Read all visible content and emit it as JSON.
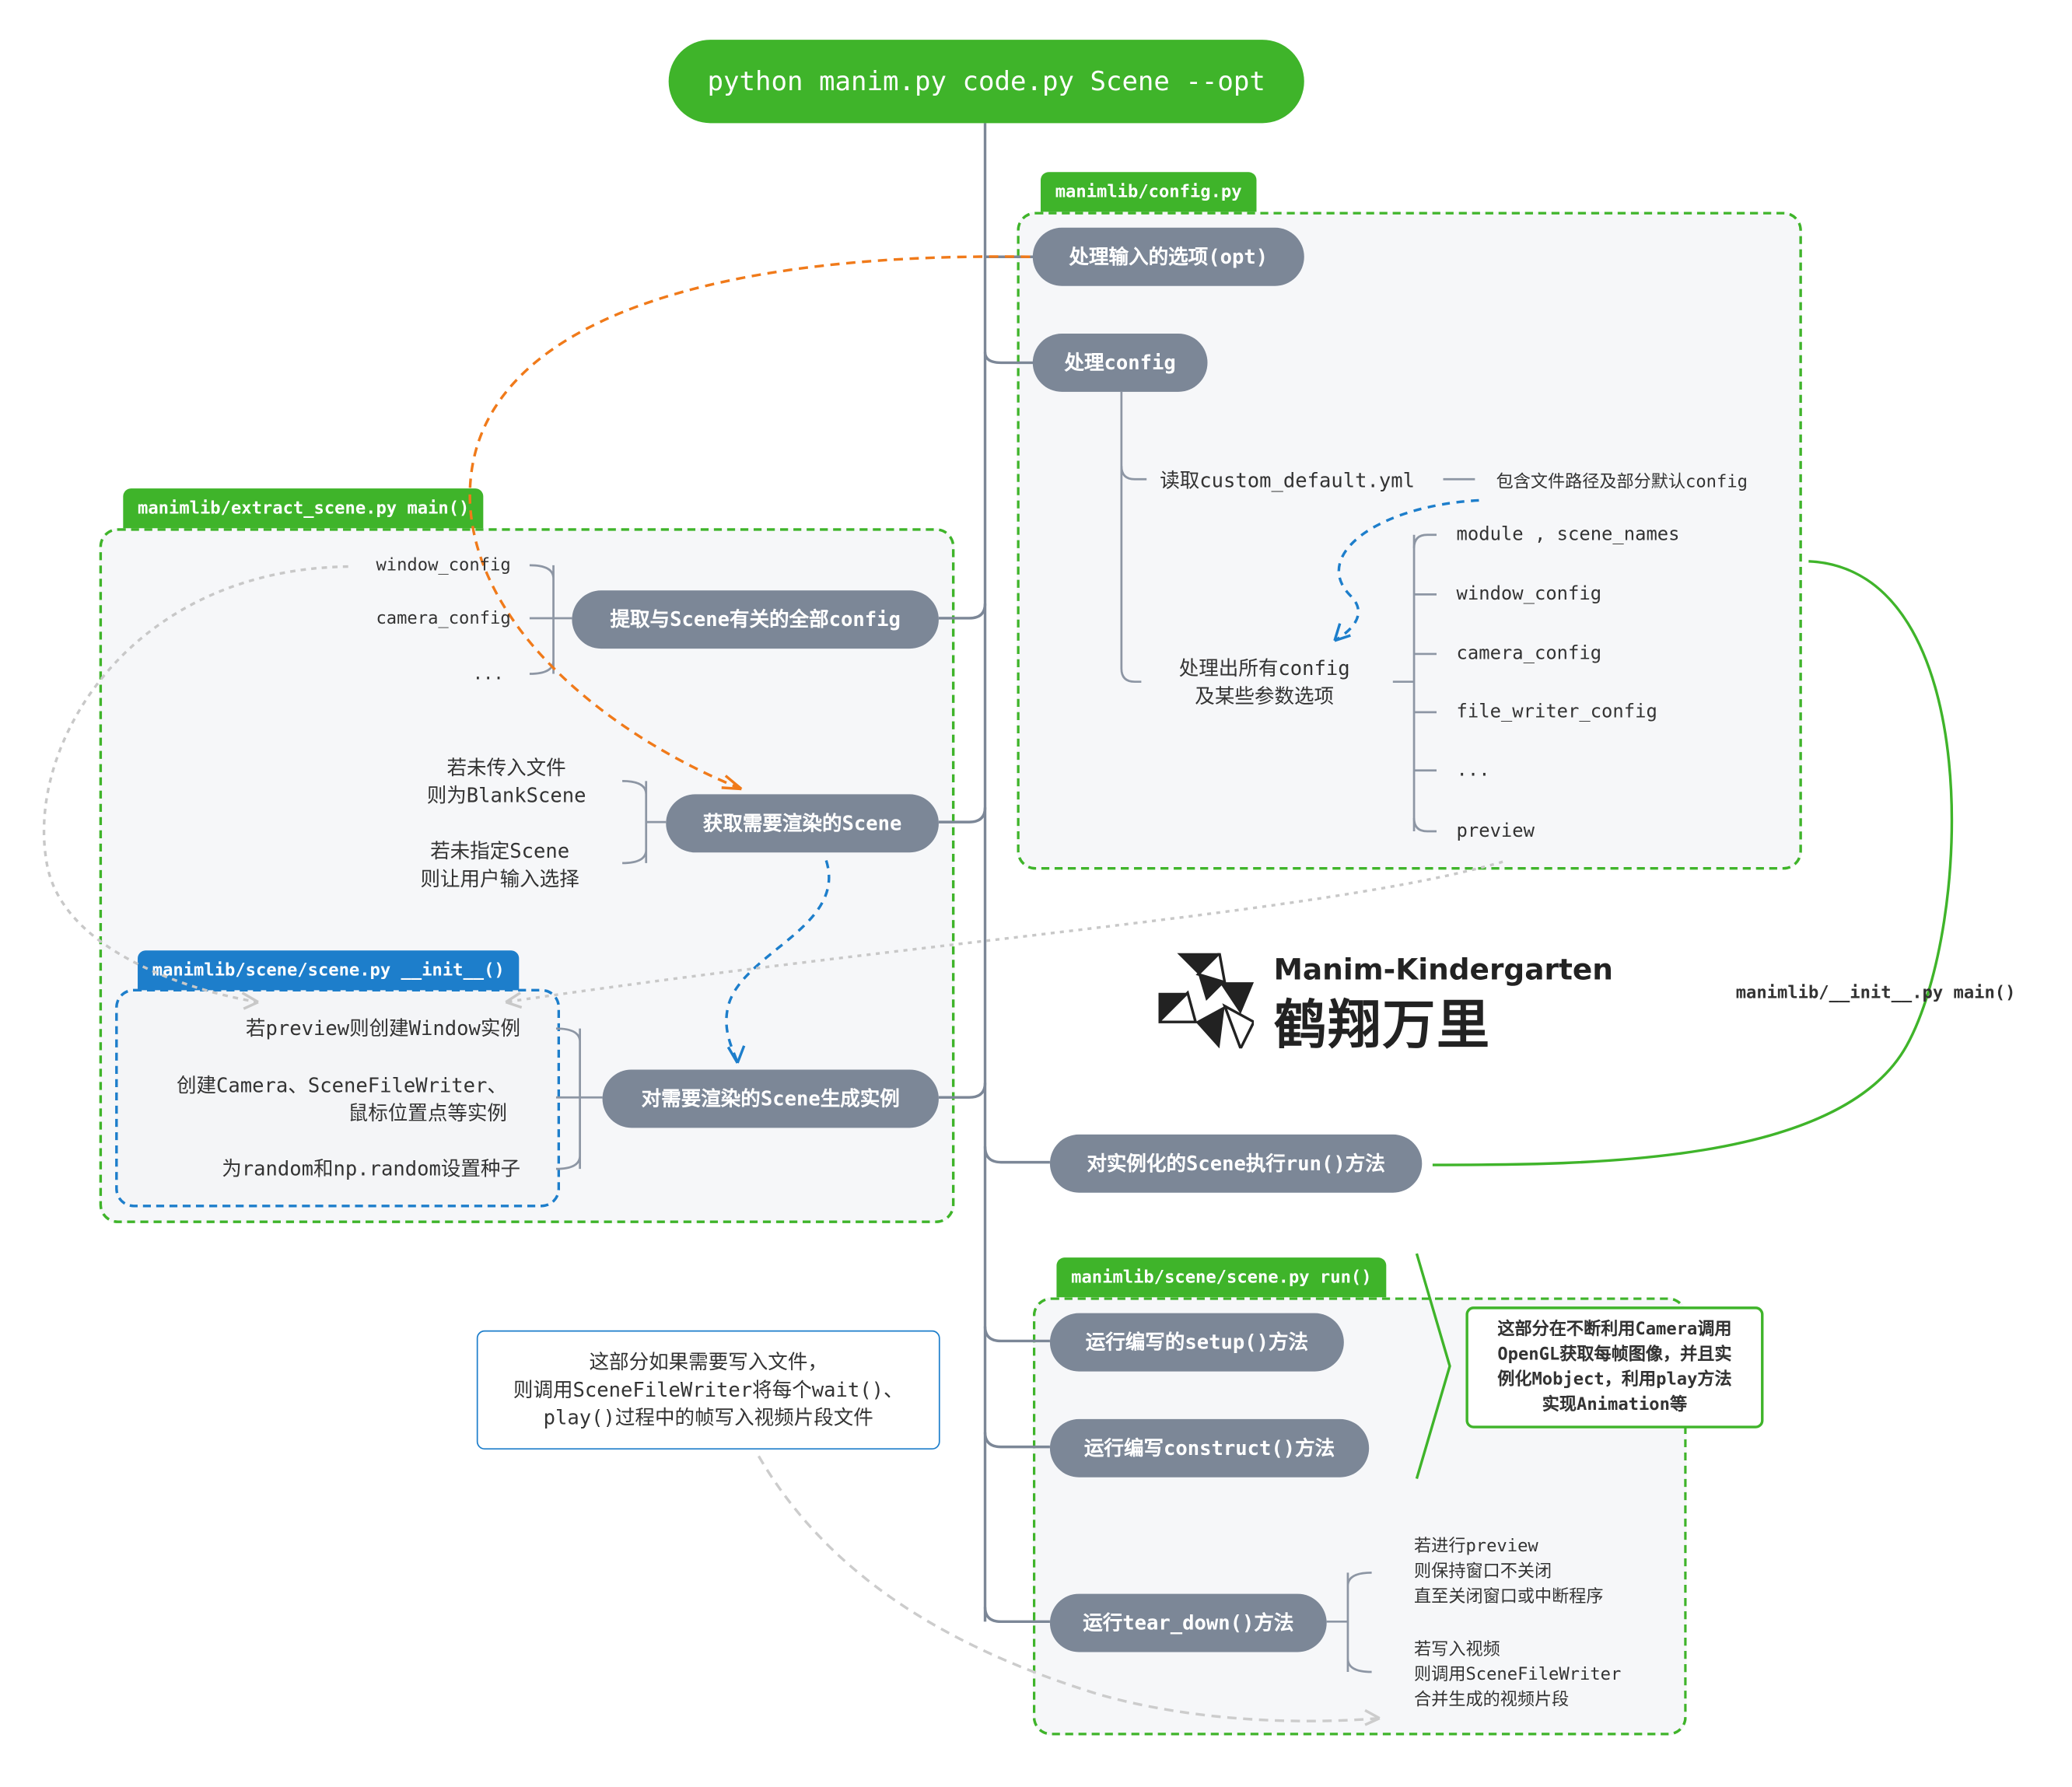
{
  "root": {
    "label": "python manim.py code.py Scene --opt"
  },
  "config_region": {
    "tag": "manimlib/config.py",
    "opt_node": "处理输入的选项(opt)",
    "config_node": "处理config",
    "read_yaml": "读取custom_default.yml",
    "yaml_note": "包含文件路径及部分默认config",
    "process_all": "处理出所有config\n及某些参数选项",
    "outputs": [
      "module , scene_names",
      "window_config",
      "camera_config",
      "file_writer_config",
      "...",
      "preview"
    ]
  },
  "extract_region": {
    "tag": "manimlib/extract_scene.py main()",
    "extract_node": "提取与Scene有关的全部config",
    "extract_items": [
      "window_config",
      "camera_config",
      "..."
    ],
    "get_scene_node": "获取需要渲染的Scene",
    "get_scene_notes": [
      "若未传入文件\n则为BlankScene",
      "若未指定Scene\n则让用户输入选择"
    ]
  },
  "init_region": {
    "tag": "manimlib/scene/scene.py __init__()",
    "instance_node": "对需要渲染的Scene生成实例",
    "items": [
      "若preview则创建Window实例",
      "创建Camera、SceneFileWriter、\n鼠标位置点等实例",
      "为random和np.random设置种子"
    ]
  },
  "run_node": "对实例化的Scene执行run()方法",
  "main_label": "manimlib/__init__.py main()",
  "run_region": {
    "tag": "manimlib/scene/scene.py run()",
    "setup_node": "运行编写的setup()方法",
    "construct_node": "运行编写construct()方法",
    "teardown_node": "运行tear_down()方法",
    "teardown_notes": [
      "若进行preview\n则保持窗口不关闭\n直至关闭窗口或中断程序",
      "若写入视频\n则调用SceneFileWriter\n合并生成的视频片段"
    ],
    "camera_note": "这部分在不断利用Camera调用\nOpenGL获取每帧图像，并且实\n例化Mobject，利用play方法\n实现Animation等"
  },
  "file_note": "这部分如果需要写入文件，\n则调用SceneFileWriter将每个wait()、\nplay()过程中的帧写入视频片段文件",
  "logo": {
    "en": "Manim-Kindergarten",
    "cn": "鹤翔万里"
  },
  "colors": {
    "green": "#3fb42a",
    "blue": "#1d7ecb",
    "gray_node": "#7c8797",
    "orange": "#f07a1a",
    "trunk": "#7c8797"
  }
}
